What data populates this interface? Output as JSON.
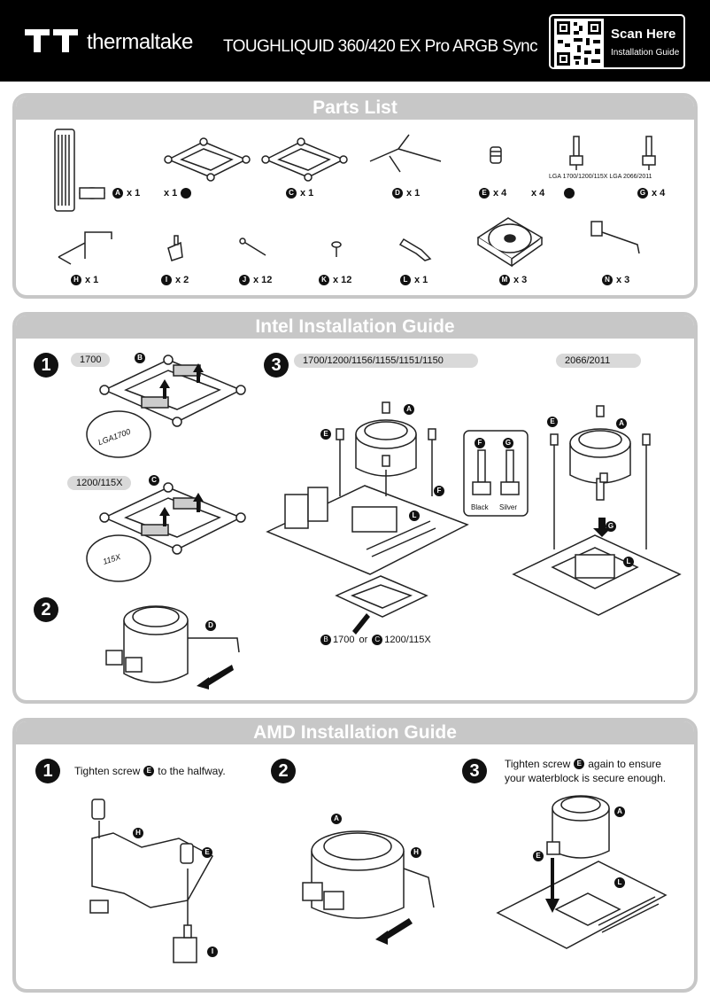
{
  "header": {
    "brand": "thermaltake",
    "product": "TOUGHLIQUID 360/420 EX Pro ARGB Sync",
    "scan_title": "Scan Here",
    "scan_sub": "Installation Guide"
  },
  "parts": {
    "title": "Parts List",
    "socket_note": "LGA 1700/1200/115X LGA 2066/2011",
    "row1": [
      {
        "letter": "A",
        "qty": "x 1"
      },
      {
        "letter": "",
        "qty": "x 1"
      },
      {
        "letter": "C",
        "qty": "x 1"
      },
      {
        "letter": "D",
        "qty": "x 1"
      },
      {
        "letter": "E",
        "qty": "x 4"
      },
      {
        "letter": "",
        "qty": "x 4"
      },
      {
        "letter": "G",
        "qty": "x 4"
      }
    ],
    "row2": [
      {
        "letter": "H",
        "qty": "x 1"
      },
      {
        "letter": "I",
        "qty": "x  2"
      },
      {
        "letter": "J",
        "qty": "x  12"
      },
      {
        "letter": "K",
        "qty": "x  12"
      },
      {
        "letter": "L",
        "qty": "x  1"
      },
      {
        "letter": "M",
        "qty": "x 3"
      },
      {
        "letter": "N",
        "qty": "x 3"
      }
    ]
  },
  "intel": {
    "title": "Intel Installation Guide",
    "s1": "1",
    "s2": "2",
    "s3": "3",
    "pill_1700": "1700",
    "pill_115x": "1200/115X",
    "pill_sockets": "1700/1200/1156/1155/1151/1150",
    "pill_2066": "2066/2011",
    "lga1700": "LGA1700",
    "label_115x": "115X",
    "black": "Black",
    "silver": "Silver",
    "bp_1700": "1700",
    "bp_or": "or",
    "bp_115x": "1200/115X"
  },
  "amd": {
    "title": "AMD Installation Guide",
    "s1": "1",
    "s2": "2",
    "s3": "3",
    "step1_pre": "Tighten screw",
    "step1_post": "to the halfway.",
    "step3_pre": "Tighten screw",
    "step3_post": "again to ensure",
    "step3_line2": "your waterblock is secure enough."
  },
  "colors": {
    "panel": "#c7c7c7",
    "header": "#000000",
    "pill": "#d9d9d9"
  }
}
